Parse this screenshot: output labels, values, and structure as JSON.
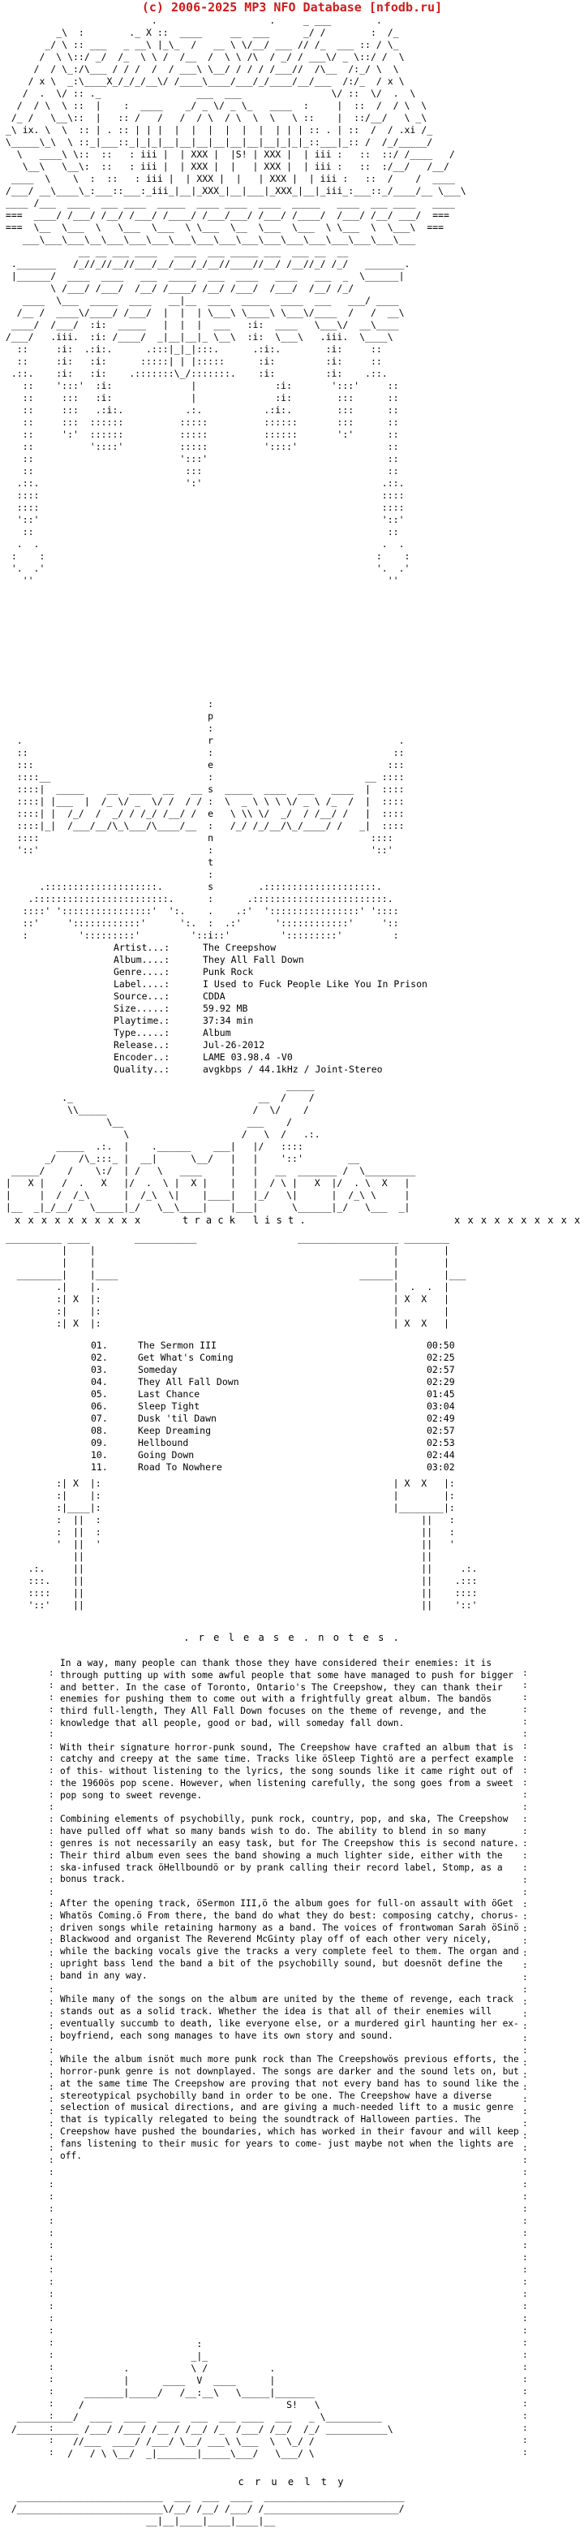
{
  "banner": "(c) 2006-2025 MP3 NFO Database [nfodb.ru]",
  "presents": "p r e s e n t s",
  "info": [
    {
      "k": "Artist...:",
      "v": "The Creepshow"
    },
    {
      "k": "Album....:",
      "v": "They All Fall Down"
    },
    {
      "k": "Genre....:",
      "v": "Punk Rock"
    },
    {
      "k": "Label....:",
      "v": "I Used to Fuck People Like You In Prison"
    },
    {
      "k": "Source...:",
      "v": "CDDA"
    },
    {
      "k": "Size.....:",
      "v": "59.92 MB"
    },
    {
      "k": "Playtime.:",
      "v": "37:34 min"
    },
    {
      "k": "Type.....:",
      "v": "Album"
    },
    {
      "k": "Release..:",
      "v": "Jul-26-2012"
    },
    {
      "k": "Encoder..:",
      "v": "LAME 03.98.4 -V0"
    },
    {
      "k": "Quality..:",
      "v": "avgkbps / 44.1kHz / Joint-Stereo"
    }
  ],
  "tracklist": {
    "xs": "x x x x x x x x x x",
    "title": "t r a c k   l i s t .",
    "tracks": [
      {
        "n": "01.",
        "name": "The Sermon III",
        "d": "00:50"
      },
      {
        "n": "02.",
        "name": "Get What's Coming",
        "d": "02:25"
      },
      {
        "n": "03.",
        "name": "Someday",
        "d": "02:57"
      },
      {
        "n": "04.",
        "name": "They All Fall Down",
        "d": "02:29"
      },
      {
        "n": "05.",
        "name": "Last Chance",
        "d": "01:45"
      },
      {
        "n": "06.",
        "name": "Sleep Tight",
        "d": "03:04"
      },
      {
        "n": "07.",
        "name": "Dusk 'til Dawn",
        "d": "02:49"
      },
      {
        "n": "08.",
        "name": "Keep Dreaming",
        "d": "02:57"
      },
      {
        "n": "09.",
        "name": "Hellbound",
        "d": "02:53"
      },
      {
        "n": "10.",
        "name": "Going Down",
        "d": "02:44"
      },
      {
        "n": "11.",
        "name": "Road To Nowhere",
        "d": "03:02"
      }
    ]
  },
  "release_notes_title": ". r e l e a s e . n o t e s .",
  "notes": [
    "In a way, many people can thank those they have considered their enemies: it is through putting up with some awful people that some have managed to push for bigger and better. In the case of Toronto, Ontario's The Creepshow, they can thank their enemies for pushing them to come out with a frightfully great album. The bandös third full-length, They All Fall Down focuses on the theme of revenge, and the knowledge that all people, good or bad, will someday fall down.",
    "With their signature horror-punk sound, The Creepshow have crafted an album that is catchy and creepy at the same time. Tracks like öSleep Tightö are a perfect example of this- without listening to the lyrics, the song sounds like it came right out of the 1960ös pop scene. However, when listening carefully, the song goes from a sweet pop song to sweet revenge.",
    "Combining elements of psychobilly, punk rock, country, pop, and ska, The Creepshow have pulled off what so many bands wish to do. The ability to blend in so many genres is not necessarily an easy task, but for The Creepshow this is second nature. Their third album even sees the band showing a much lighter side, either with the ska-infused track öHellboundö or by prank calling their record label, Stomp, as a bonus track.",
    "After the opening track, öSermon III,ö the album goes for full-on assault with öGet Whatös Coming.ö From there, the band do what they do best: composing catchy, chorus-driven songs while retaining harmony as a band. The voices of frontwoman Sarah öSinö Blackwood and organist The Reverend McGinty play off of each other very nicely, while the backing vocals give the tracks a very complete feel to them. The organ and upright bass lend the band a bit of the psychobilly sound, but doesnöt define the band in any way.",
    "While many of the songs on the album are united by the theme of revenge, each track stands out as a solid track. Whether the idea is that all of their enemies will eventually succumb to death, like everyone else, or a murdered girl haunting her ex-boyfriend, each song manages to have its own story and sound.",
    "While the album isnöt much more punk rock than The Creepshowös previous efforts, the horror-punk genre is not downplayed. The songs are darker and the sound lets on, but at the same time The Creepshow are proving that not every band has to sound like the stereotypical psychobilly band in order to be one. The Creepshow have a diverse selection of musical directions, and are giving a much-needed lift to a music genre that is typically relegated to being the soundtrack of Halloween parties. The Creepshow have pushed the boundaries, which has worked in their favour and will keep fans listening to their music for years to come- just maybe not when the lights are off."
  ],
  "footer": "c r u e l t y"
}
